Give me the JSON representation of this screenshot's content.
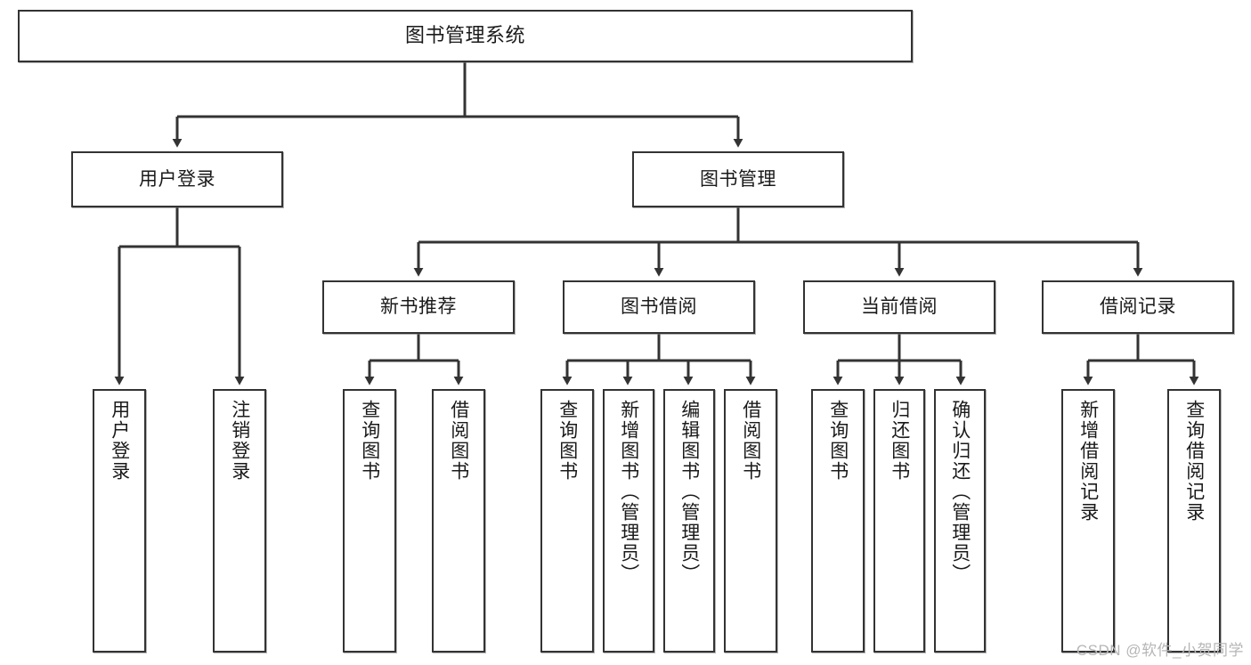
{
  "diagram": {
    "title": "图书管理系统",
    "type": "tree-hierarchy-chart",
    "watermark": "CSDN @软件_小贺同学",
    "colors": {
      "stroke": "#333333",
      "fill": "#ffffff",
      "text": "#1a1a1a",
      "watermark": "#b6b6b6"
    },
    "nodes": {
      "root": {
        "label": "图书管理系统"
      },
      "level2": [
        {
          "id": "user-login",
          "label": "用户登录"
        },
        {
          "id": "book-manage",
          "label": "图书管理"
        }
      ],
      "level3": [
        {
          "id": "new-book-recommend",
          "label": "新书推荐"
        },
        {
          "id": "book-borrow",
          "label": "图书借阅"
        },
        {
          "id": "current-borrow",
          "label": "当前借阅"
        },
        {
          "id": "borrow-record",
          "label": "借阅记录"
        }
      ],
      "leaves": {
        "user-login": [
          {
            "id": "leaf-user-login",
            "label": "用户登录"
          },
          {
            "id": "leaf-user-logout",
            "label": "注销登录"
          }
        ],
        "new-book-recommend": [
          {
            "id": "leaf-query-book-1",
            "label": "查询图书"
          },
          {
            "id": "leaf-borrow-book-1",
            "label": "借阅图书"
          }
        ],
        "book-borrow": [
          {
            "id": "leaf-query-book-2",
            "label": "查询图书"
          },
          {
            "id": "leaf-add-book",
            "label": "新增图书（管理员）"
          },
          {
            "id": "leaf-edit-book",
            "label": "编辑图书（管理员）"
          },
          {
            "id": "leaf-borrow-book-2",
            "label": "借阅图书"
          }
        ],
        "current-borrow": [
          {
            "id": "leaf-query-book-3",
            "label": "查询图书"
          },
          {
            "id": "leaf-return-book",
            "label": "归还图书"
          },
          {
            "id": "leaf-confirm-return",
            "label": "确认归还（管理员）"
          }
        ],
        "borrow-record": [
          {
            "id": "leaf-add-record",
            "label": "新增借阅记录"
          },
          {
            "id": "leaf-query-record",
            "label": "查询借阅记录"
          }
        ]
      }
    }
  }
}
